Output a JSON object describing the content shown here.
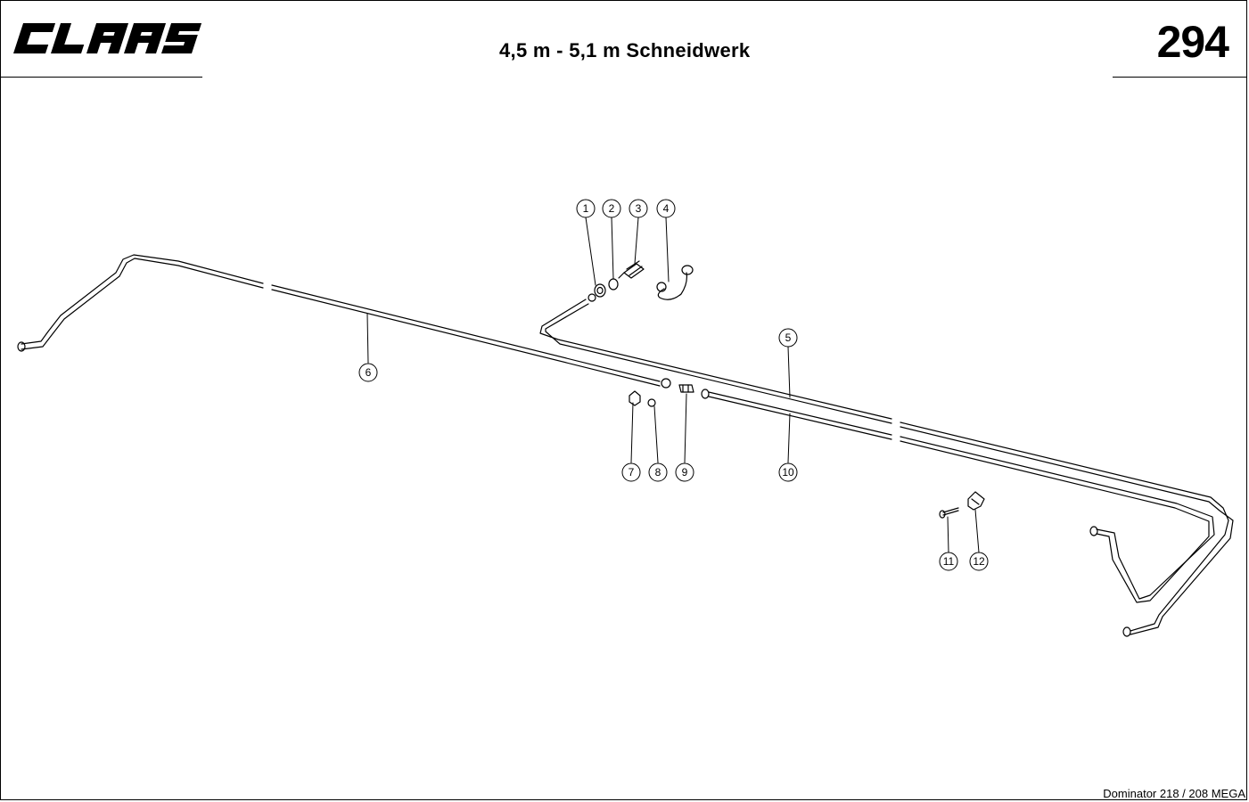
{
  "header": {
    "brand": "CLAAS",
    "title": "4,5 m - 5,1 m Schneidwerk",
    "page_number": "294"
  },
  "footer": {
    "model": "Dominator 218 / 208 MEGA"
  },
  "callouts": [
    {
      "label": "1"
    },
    {
      "label": "2"
    },
    {
      "label": "3"
    },
    {
      "label": "4"
    },
    {
      "label": "5"
    },
    {
      "label": "6"
    },
    {
      "label": "7"
    },
    {
      "label": "8"
    },
    {
      "label": "9"
    },
    {
      "label": "10"
    },
    {
      "label": "11"
    },
    {
      "label": "12"
    }
  ]
}
